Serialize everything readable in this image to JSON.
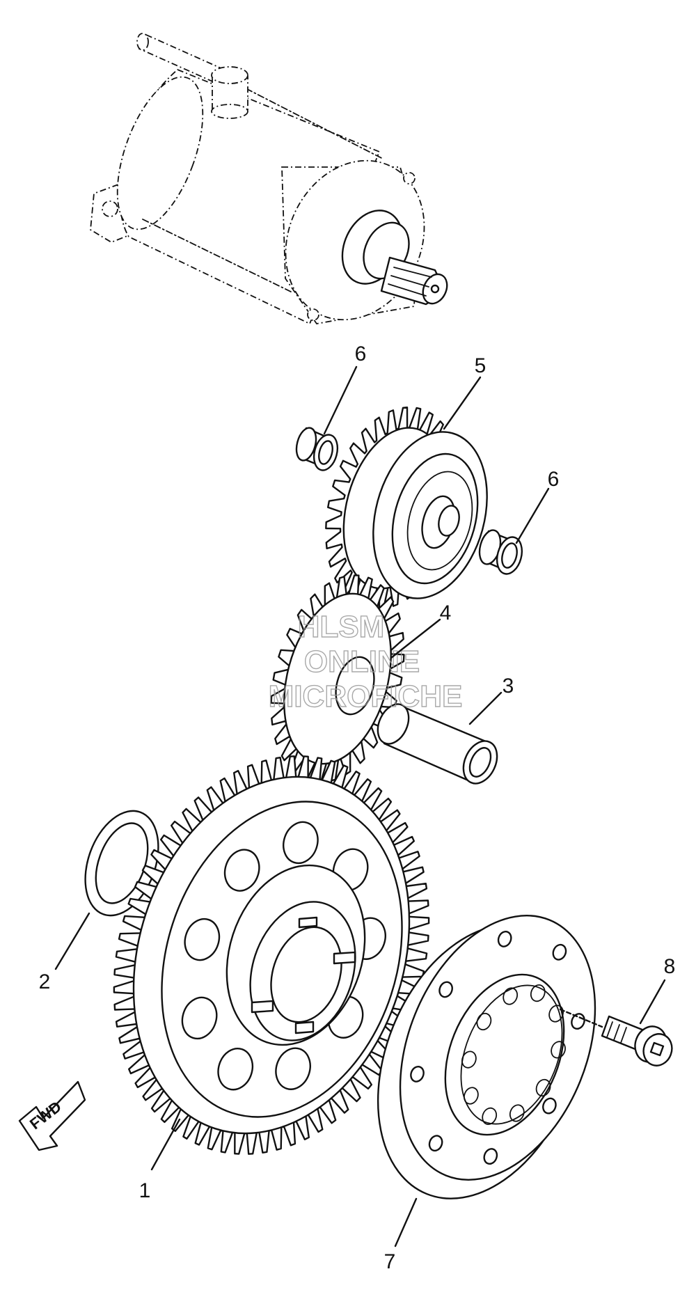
{
  "watermark": {
    "line1": "HLSM",
    "line2": "ONLINE",
    "line3": "MICROFICHE"
  },
  "direction_marker": {
    "label": "FWD"
  },
  "callouts": {
    "c1": "1",
    "c2": "2",
    "c3": "3",
    "c4": "4",
    "c5": "5",
    "c6a": "6",
    "c6b": "6",
    "c7": "7",
    "c8": "8"
  }
}
